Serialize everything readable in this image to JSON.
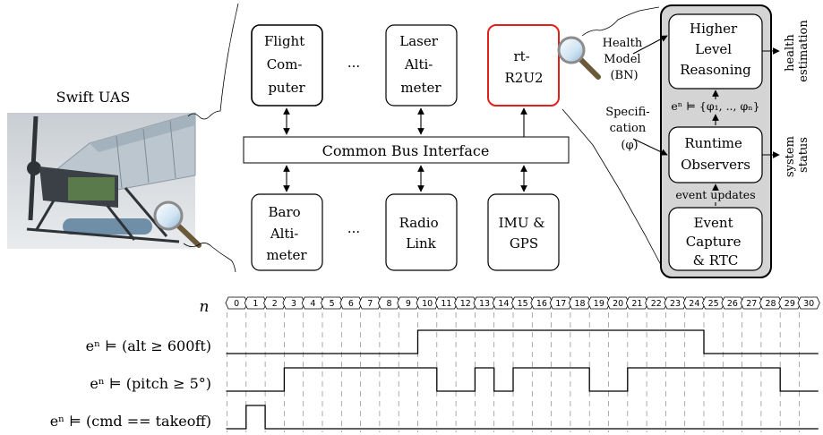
{
  "uas": {
    "title": "Swift UAS",
    "colors": {
      "sky": "#d9dde0",
      "body": "#b9c3cc",
      "dark": "#2e3338",
      "accent": "#6f8fa8"
    },
    "icon": "magnifier-icon"
  },
  "architecture": {
    "top_blocks": [
      {
        "id": "flight-computer",
        "lines": [
          "Flight",
          "Com-",
          "puter"
        ]
      },
      {
        "id": "laser-altimeter",
        "lines": [
          "Laser",
          "Alti-",
          "meter"
        ]
      },
      {
        "id": "rt-r2u2",
        "lines": [
          "rt-",
          "R2U2"
        ],
        "highlight": true
      }
    ],
    "bottom_blocks": [
      {
        "id": "baro-altimeter",
        "lines": [
          "Baro",
          "Alti-",
          "meter"
        ]
      },
      {
        "id": "radio-link",
        "lines": [
          "Radio",
          "Link"
        ]
      },
      {
        "id": "imu-gps",
        "lines": [
          "IMU &",
          "GPS"
        ]
      }
    ],
    "ellipsis": "···",
    "bus_label": "Common Bus Interface",
    "highlight_color": "#e0201b"
  },
  "r2u2": {
    "health_model": [
      "Health",
      "Model",
      "(BN)"
    ],
    "specification": [
      "Specifi-",
      "cation",
      "(φ)"
    ],
    "blocks": {
      "reasoning": [
        "Higher",
        "Level",
        "Reasoning"
      ],
      "observers": [
        "Runtime",
        "Observers"
      ],
      "capture": [
        "Event",
        "Capture",
        "& RTC"
      ]
    },
    "formula": "eⁿ ⊨ {φ₁, .., φₙ}",
    "event_updates": "event updates",
    "outputs": {
      "health": [
        "health",
        "estimation"
      ],
      "status": [
        "system",
        "status"
      ]
    },
    "panel_color": "#d4d4d4"
  },
  "timeline": {
    "n_label": "n",
    "ticks": [
      "0",
      "1",
      "2",
      "3",
      "4",
      "5",
      "6",
      "7",
      "8",
      "9",
      "10",
      "11",
      "12",
      "13",
      "14",
      "15",
      "16",
      "17",
      "18",
      "19",
      "20",
      "21",
      "22",
      "23",
      "24",
      "25",
      "26",
      "27",
      "28",
      "29",
      "30"
    ],
    "signals": [
      {
        "label": "eⁿ ⊨ (alt ≥ 600ft)",
        "values": [
          0,
          0,
          0,
          0,
          0,
          0,
          0,
          0,
          0,
          0,
          1,
          1,
          1,
          1,
          1,
          1,
          1,
          1,
          1,
          1,
          1,
          1,
          1,
          1,
          1,
          0,
          0,
          0,
          0,
          0,
          0
        ]
      },
      {
        "label": "eⁿ ⊨ (pitch ≥ 5°)",
        "values": [
          0,
          0,
          0,
          1,
          1,
          1,
          1,
          1,
          1,
          1,
          1,
          0,
          0,
          1,
          0,
          1,
          1,
          1,
          1,
          0,
          0,
          1,
          1,
          1,
          1,
          1,
          1,
          1,
          1,
          0,
          0
        ]
      },
      {
        "label": "eⁿ ⊨ (cmd == takeoff)",
        "values": [
          0,
          1,
          0,
          0,
          0,
          0,
          0,
          0,
          0,
          0,
          0,
          0,
          0,
          0,
          0,
          0,
          0,
          0,
          0,
          0,
          0,
          0,
          0,
          0,
          0,
          0,
          0,
          0,
          0,
          0,
          0
        ]
      }
    ]
  }
}
